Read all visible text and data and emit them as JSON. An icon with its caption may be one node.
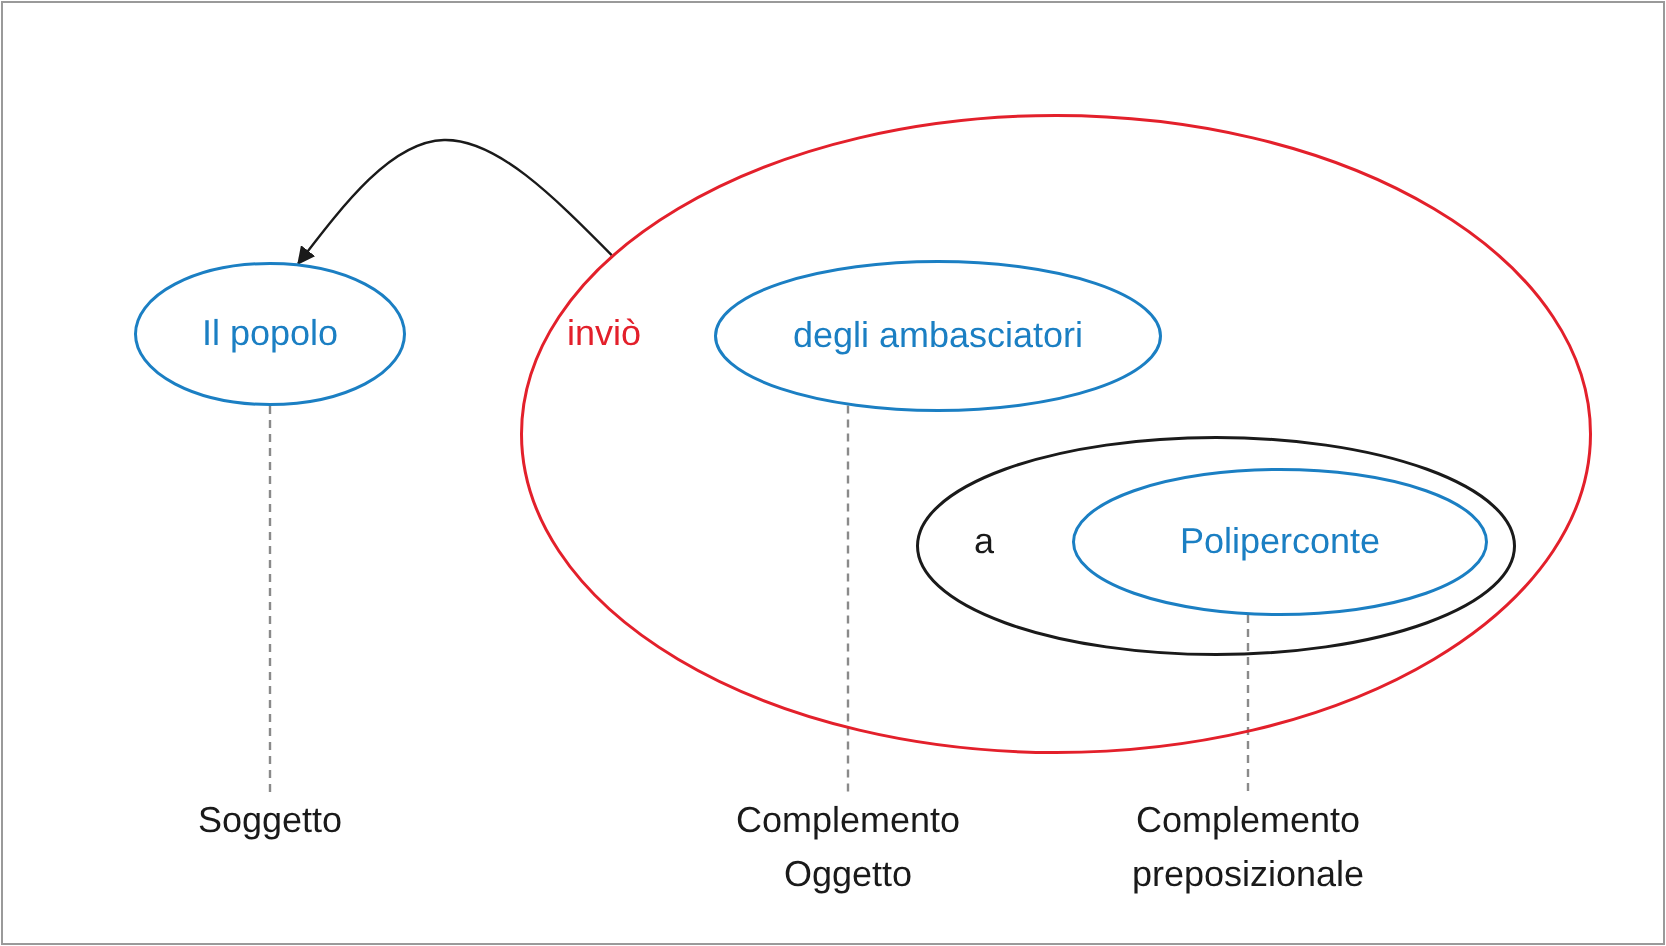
{
  "diagram": {
    "nodes": [
      {
        "text": [
          "inviò"
        ]
      },
      {
        "text": [
          "Il popolo"
        ]
      },
      {
        "text": [
          "degli ambasciatori"
        ],
        "in": 0
      },
      {
        "text": [
          "a"
        ],
        "in": 0
      },
      {
        "text": [
          "Poliperconte"
        ],
        "in": 3
      },
      {
        "text": [
          "Soggetto"
        ]
      },
      {
        "text": [
          "Complemento Oggetto"
        ]
      },
      {
        "text": [
          "Complemento preposizionale"
        ]
      }
    ],
    "edges": [
      {
        "from": 0,
        "to": 1,
        "arrow": "to",
        "color": "#1a1a1a"
      },
      {
        "from": 1,
        "to": 5,
        "arrow": "none",
        "style": "dashed"
      },
      {
        "from": 2,
        "to": 6,
        "arrow": "none",
        "style": "dashed"
      },
      {
        "from": 4,
        "to": 7,
        "arrow": "none",
        "style": "dashed"
      }
    ]
  }
}
